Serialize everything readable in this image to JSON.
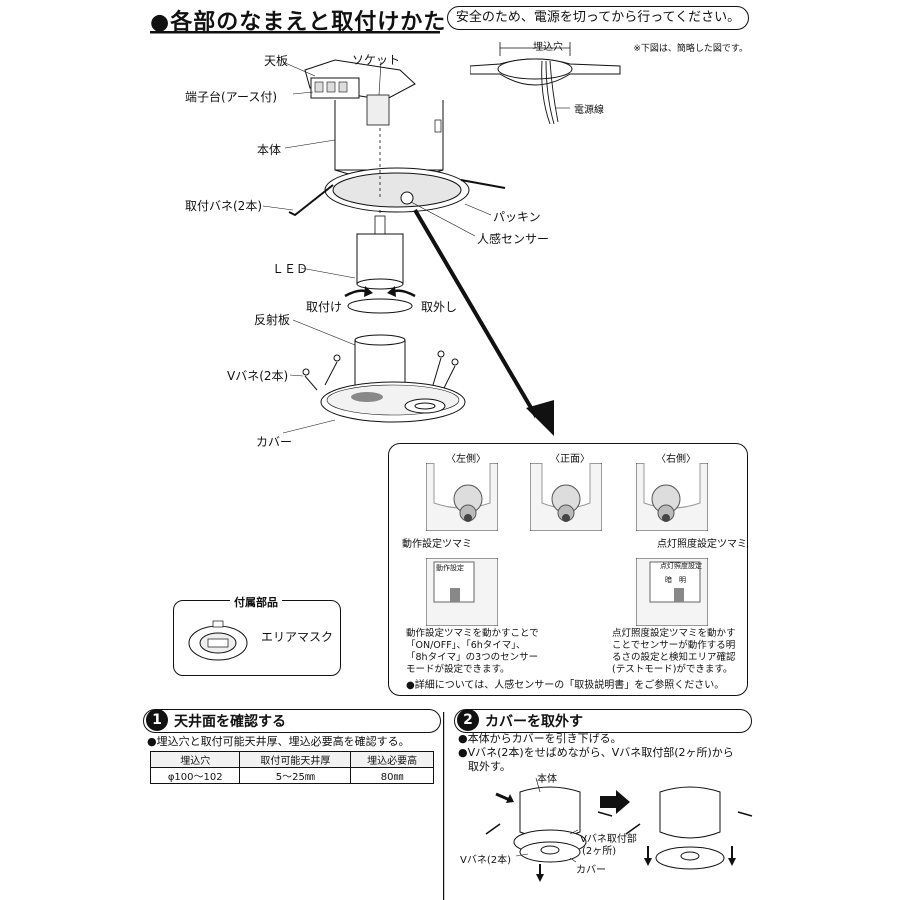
{
  "header": {
    "title": "●各部のなまえと取付けかた",
    "safety_notice": "安全のため、電源を切ってから行ってください。",
    "simplified_note": "※下図は、簡略した図です。"
  },
  "ceiling_diagram": {
    "hole_label": "埋込穴",
    "cable_label": "電源線"
  },
  "parts": {
    "top_plate": "天板",
    "terminal_block": "端子台(アース付)",
    "socket": "ソケット",
    "body": "本体",
    "mount_spring": "取付バネ(2本)",
    "packing": "パッキン",
    "motion_sensor": "人感センサー",
    "led": "ＬＥＤ",
    "attach": "取付け",
    "detach": "取外し",
    "reflector": "反射板",
    "v_spring": "Vバネ(2本)",
    "cover": "カバー"
  },
  "sensor_panel": {
    "view_left": "〈左側〉",
    "view_front": "〈正面〉",
    "view_right": "〈右側〉",
    "op_knob": "動作設定ツマミ",
    "lux_knob": "点灯照度設定ツマミ",
    "op_panel_label": "動作設定",
    "lux_panel_label": "点灯照度設定",
    "lux_scale": "暗　明",
    "op_desc": "動作設定ツマミを動かすことで「ON/OFF」、「6hタイマ」、「8hタイマ」の3つのセンサーモードが設定できます。",
    "lux_desc": "点灯照度設定ツマミを動かすことでセンサーが動作する明るさの設定と検知エリア確認(テストモード)ができます。",
    "detail_note": "●詳細については、人感センサーの「取扱説明書」をご参照ください。"
  },
  "accessories": {
    "title": "付属部品",
    "area_mask": "エリアマスク"
  },
  "step1": {
    "number": "1",
    "title": "天井面を確認する",
    "bullet": "●埋込穴と取付可能天井厚、埋込必要高を確認する。",
    "headers": [
      "埋込穴",
      "取付可能天井厚",
      "埋込必要高"
    ],
    "values": [
      "φ100〜102",
      "5〜25㎜",
      "80㎜"
    ]
  },
  "step2": {
    "number": "2",
    "title": "カバーを取外す",
    "bullet1": "●本体からカバーを引き下げる。",
    "bullet2a": "●Vバネ(2本)をせばめながら、Vバネ取付部(2ヶ所)から",
    "bullet2b": "取外す。",
    "label_body": "本体",
    "label_vmount1": "Vバネ取付部",
    "label_vmount2": "(2ヶ所)",
    "label_vspring": "Vバネ(2本)",
    "label_cover": "カバー"
  }
}
